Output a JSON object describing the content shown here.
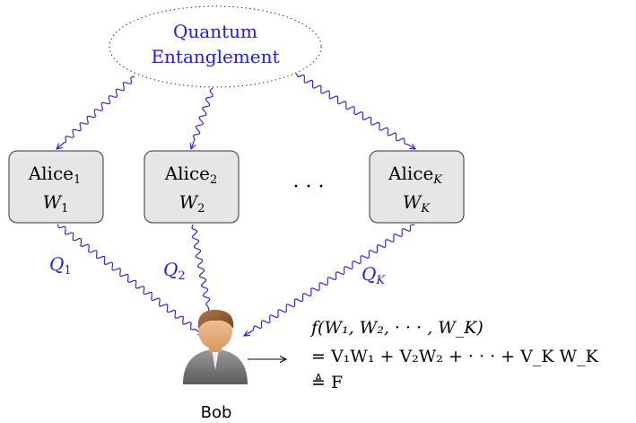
{
  "entanglement": {
    "line1": "Quantum",
    "line2": "Entanglement"
  },
  "alices": [
    {
      "name": "Alice",
      "name_sub": "1",
      "msg": "W",
      "msg_sub": "1",
      "channel": "Q",
      "channel_sub": "1"
    },
    {
      "name": "Alice",
      "name_sub": "2",
      "msg": "W",
      "msg_sub": "2",
      "channel": "Q",
      "channel_sub": "2"
    },
    {
      "name": "Alice",
      "name_sub": "K",
      "msg": "W",
      "msg_sub": "K",
      "channel": "Q",
      "channel_sub": "K"
    }
  ],
  "ellipsis": "· · ·",
  "receiver": {
    "label": "Bob"
  },
  "function": {
    "line1": "f(W₁, W₂, · · · , W_K)",
    "line2": "= V₁W₁ + V₂W₂ + · · · + V_K W_K",
    "line3": "≜ F"
  },
  "colors": {
    "channel": "#1a1aff",
    "box_fill": "#e6e6e6",
    "box_stroke": "#333333",
    "ink": "#000000"
  },
  "icons": {
    "entanglement": "dotted-ellipse",
    "receiver": "user-avatar-icon",
    "arrow": "right-arrow-icon"
  }
}
